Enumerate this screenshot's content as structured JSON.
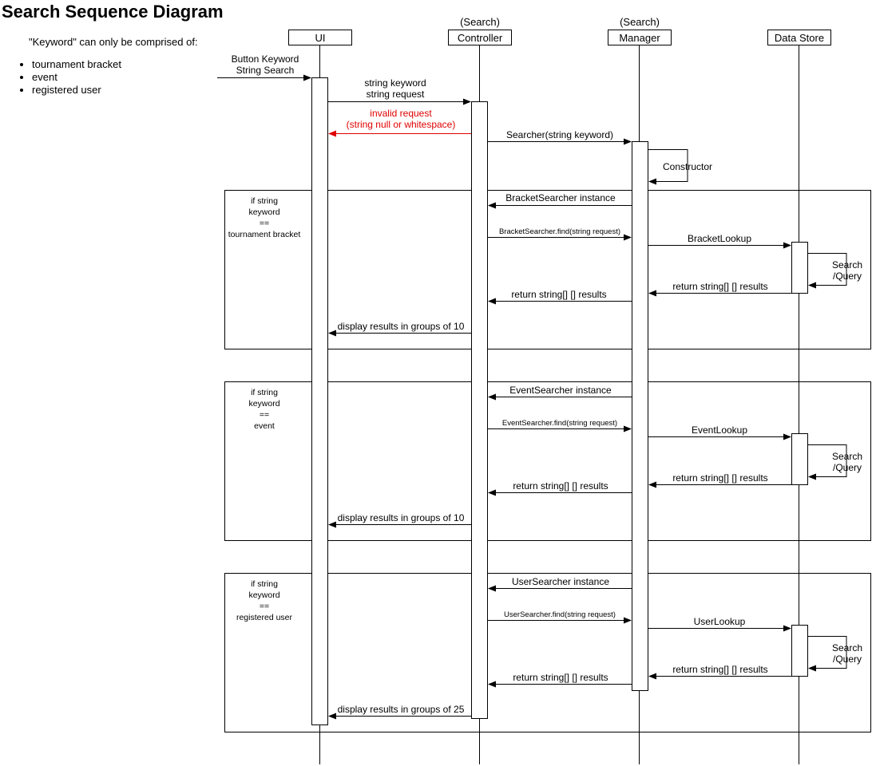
{
  "title": "Search Sequence Diagram",
  "note": {
    "heading": "\"Keyword\" can only be comprised of:",
    "items": [
      "tournament bracket",
      "event",
      "registered user"
    ]
  },
  "participants": {
    "ui": {
      "stereotype": "",
      "name": "UI"
    },
    "controller": {
      "stereotype": "(Search)",
      "name": "Controller"
    },
    "manager": {
      "stereotype": "(Search)",
      "name": "Manager"
    },
    "datastore": {
      "stereotype": "",
      "name": "Data Store"
    }
  },
  "messages": {
    "button": [
      "Button Keyword",
      "String Search"
    ],
    "request": [
      "string keyword",
      "string request"
    ],
    "invalid": [
      "invalid request",
      "(string null or whitespace)"
    ],
    "searcher": "Searcher(string keyword)",
    "constructor": "Constructor",
    "bracket_instance": "BracketSearcher instance",
    "bracket_find": "BracketSearcher.find(string request)",
    "bracket_lookup": "BracketLookup",
    "search_query": [
      "Search",
      "/Query"
    ],
    "return_results": "return string[] [] results",
    "display_10": "display results in groups of 10",
    "event_instance": "EventSearcher instance",
    "event_find": "EventSearcher.find(string request)",
    "event_lookup": "EventLookup",
    "user_instance": "UserSearcher instance",
    "user_find": "UserSearcher.find(string request)",
    "user_lookup": "UserLookup",
    "display_25": "display results in groups of 25"
  },
  "fragments": {
    "bracket": [
      "if string",
      "keyword",
      "==",
      "tournament bracket"
    ],
    "event": [
      "if string",
      "keyword",
      "==",
      "event"
    ],
    "user": [
      "if string",
      "keyword",
      "==",
      "registered user"
    ]
  },
  "colors": {
    "error": "#e00000",
    "line": "#000000"
  }
}
